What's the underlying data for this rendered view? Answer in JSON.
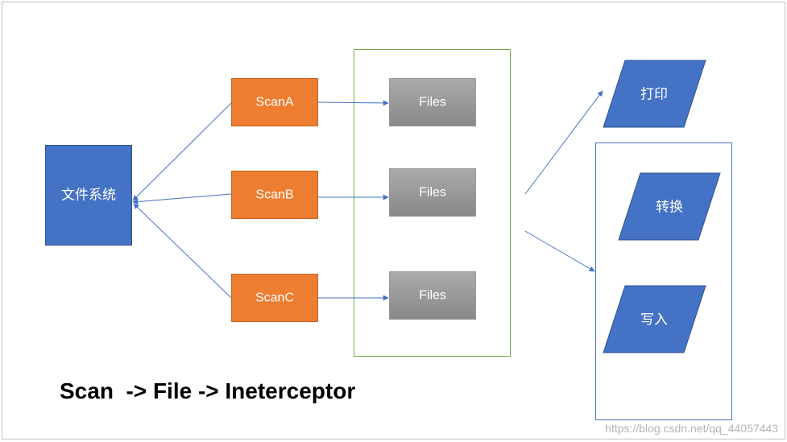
{
  "nodes": {
    "filesystem": "文件系统",
    "scan_a": "ScanA",
    "scan_b": "ScanB",
    "scan_c": "ScanC",
    "files_1": "Files",
    "files_2": "Files",
    "files_3": "Files",
    "print": "打印",
    "convert": "转换",
    "write": "写入"
  },
  "caption": "Scan  -> File -> Ineterceptor",
  "watermark": "https://blog.csdn.net/qq_44057443",
  "colors": {
    "blue": "#4472C4",
    "orange": "#ED7D31",
    "files_gray_top": "#ababab",
    "files_gray_bottom": "#888888",
    "green_outline": "#70AD47",
    "blue_outline": "#4472C4",
    "arrow": "#4472C4",
    "frame": "#d4d4d4",
    "watermark": "#b4b4b4"
  }
}
